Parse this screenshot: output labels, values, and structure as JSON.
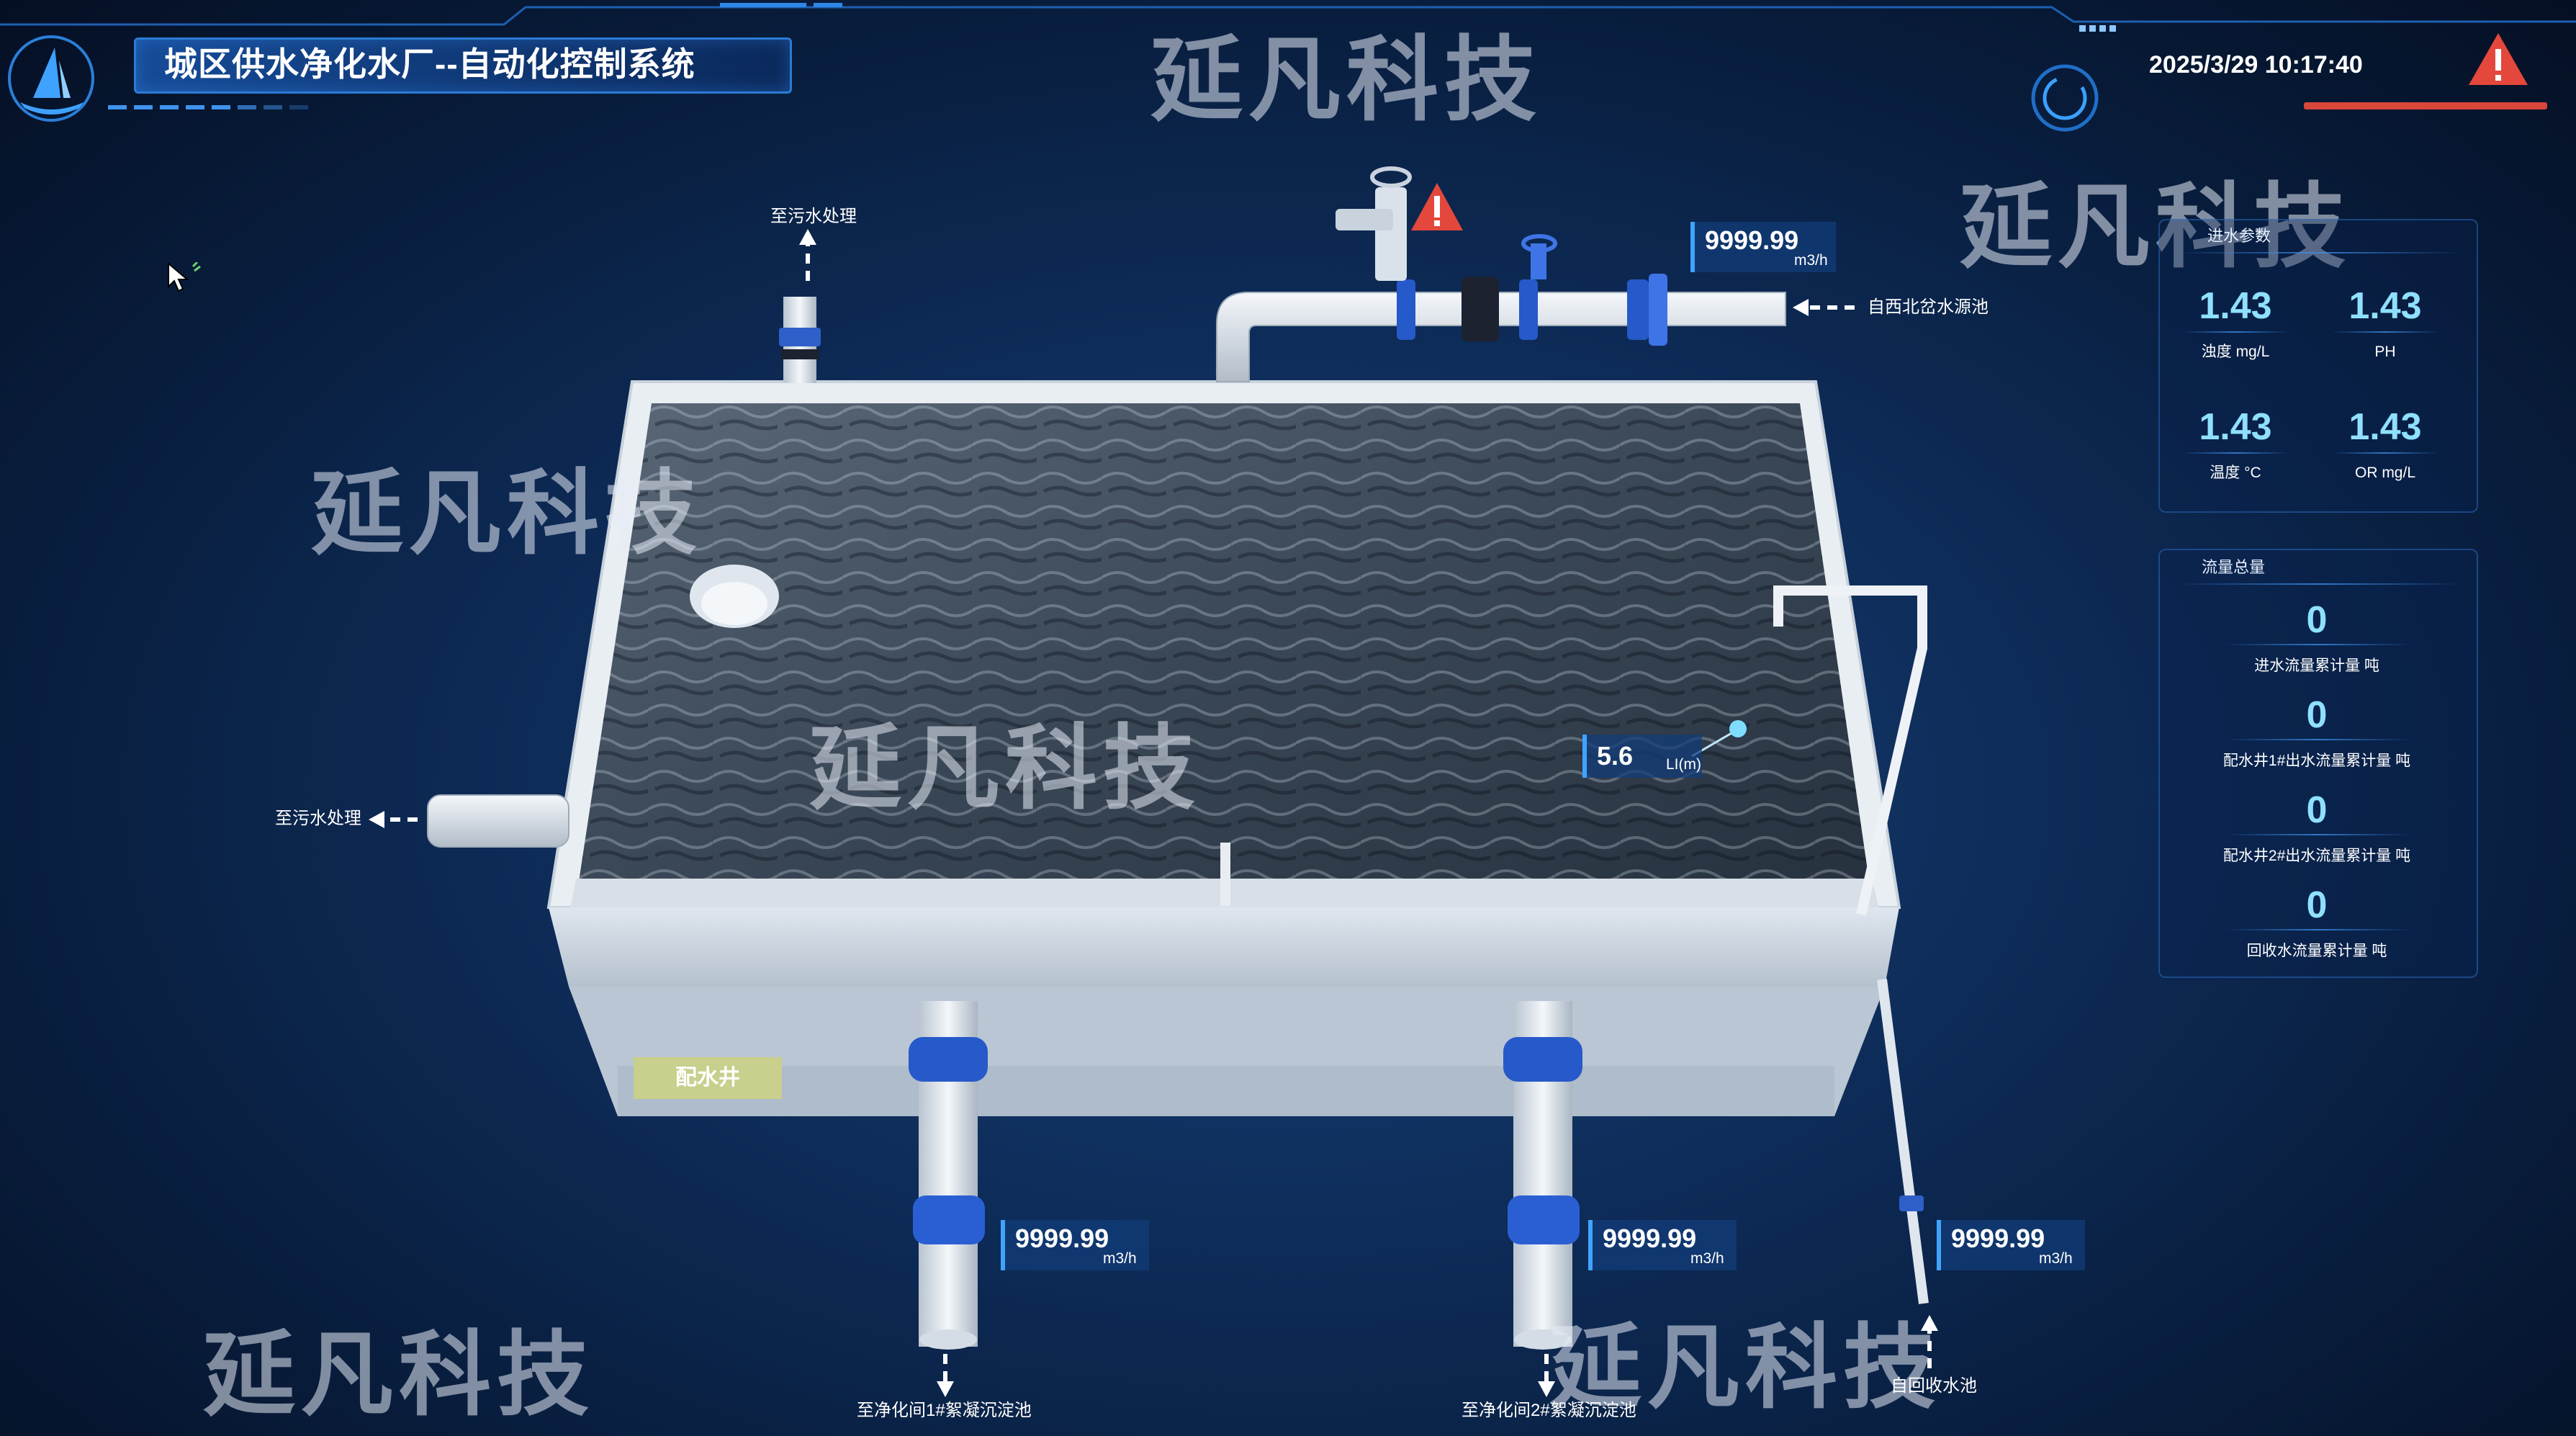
{
  "header": {
    "title": "城区供水净化水厂--自动化控制系统",
    "datetime": "2025/3/29 10:17:40",
    "logo_icon": "sailboat-logo-icon",
    "alarm_icon": "warning-triangle-icon"
  },
  "watermark": "延凡科技",
  "diagram": {
    "tank_tag": "配水井",
    "labels": {
      "to_sewage_top": "至污水处理",
      "to_sewage_left": "至污水处理",
      "from_source": "自西北岔水源池",
      "to_settle_1": "至净化间1#絮凝沉淀池",
      "to_settle_2": "至净化间2#絮凝沉淀池",
      "from_recycle": "自回收水池"
    },
    "flows": {
      "inlet": {
        "value": "9999.99",
        "unit": "m3/h"
      },
      "out1": {
        "value": "9999.99",
        "unit": "m3/h"
      },
      "out2": {
        "value": "9999.99",
        "unit": "m3/h"
      },
      "recycle": {
        "value": "9999.99",
        "unit": "m3/h"
      }
    },
    "level": {
      "value": "5.6",
      "unit": "LI(m)"
    }
  },
  "panel_inlet": {
    "title": "进水参数",
    "items": [
      {
        "value": "1.43",
        "label": "浊度 mg/L"
      },
      {
        "value": "1.43",
        "label": "PH"
      },
      {
        "value": "1.43",
        "label": "温度 °C"
      },
      {
        "value": "1.43",
        "label": "OR mg/L"
      }
    ]
  },
  "panel_flow": {
    "title": "流量总量",
    "items": [
      {
        "value": "0",
        "label": "进水流量累计量 吨"
      },
      {
        "value": "0",
        "label": "配水井1#出水流量累计量 吨"
      },
      {
        "value": "0",
        "label": "配水井2#出水流量累计量 吨"
      },
      {
        "value": "0",
        "label": "回收水流量累计量 吨"
      }
    ]
  },
  "colors": {
    "accent": "#40a4ff",
    "alarm": "#e4473b",
    "value": "#8fe0ff",
    "tag": "#c9cf8c"
  }
}
